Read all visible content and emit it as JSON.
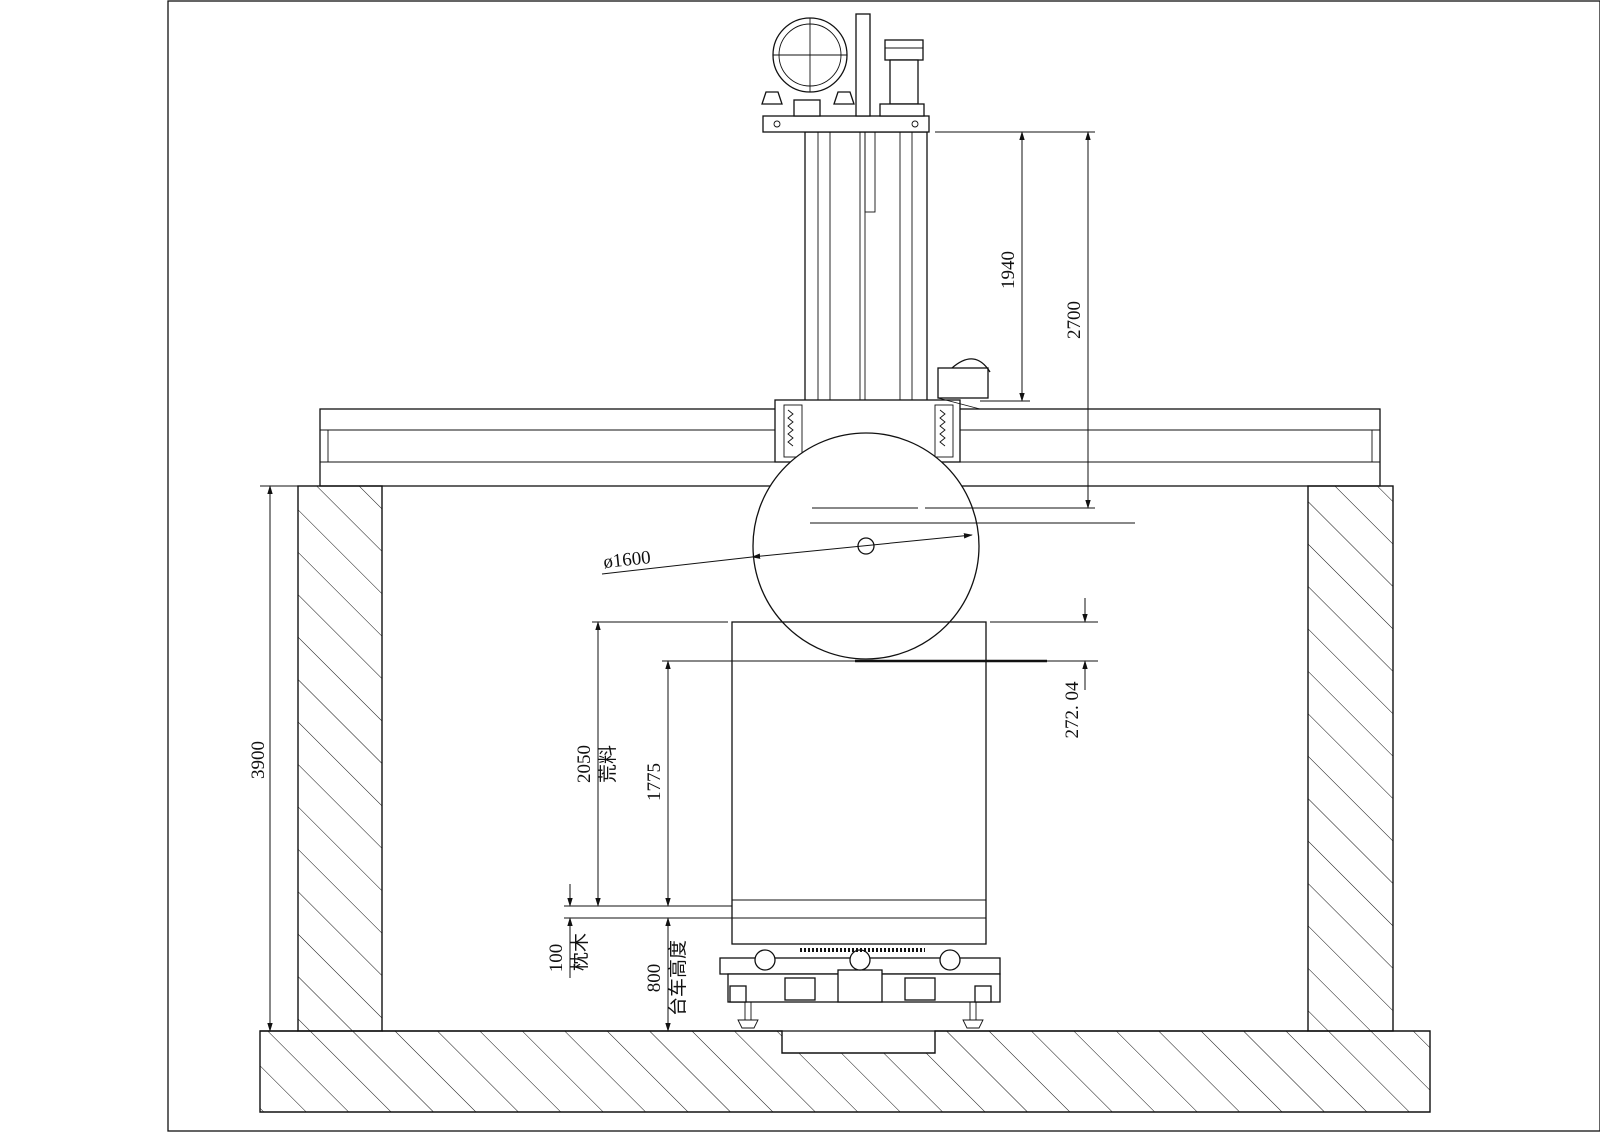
{
  "dimensions": {
    "d1940": "1940",
    "d2700": "2700",
    "d3900": "3900",
    "diameter": "ø1600",
    "d272": "272. 04",
    "d2050": "2050",
    "d2050_note": "荒料",
    "d1775": "1775",
    "d100": "100",
    "d100_note": "枕木",
    "d800": "800",
    "d800_note": "台车高度"
  }
}
